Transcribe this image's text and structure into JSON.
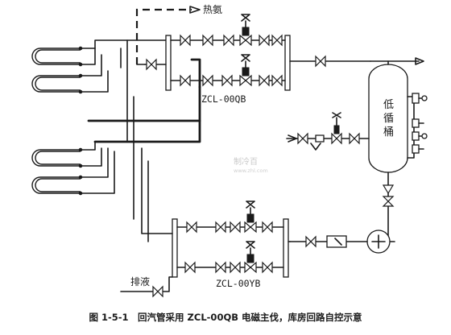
{
  "labels": {
    "hot_ammonia": "热氨",
    "top_group_model": "ZCL-00QB",
    "bottom_group_model": "ZCL-00YB",
    "drain": "排液",
    "vessel_name": "低循桶"
  },
  "watermark": {
    "site": "制冷百",
    "url": "www.zhl.com"
  },
  "caption": "图 1-5-1　回汽管采用 ZCL-00QB 电磁主伐，库房回路自控示意",
  "colors": {
    "line": "#1a1a1a",
    "background": "#ffffff"
  }
}
